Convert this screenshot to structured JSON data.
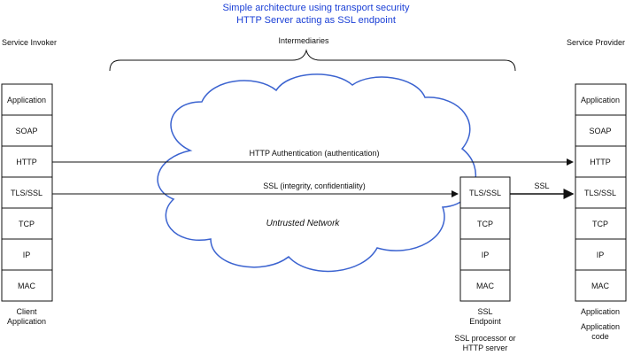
{
  "title": {
    "line1": "Simple architecture using transport security",
    "line2": "HTTP Server acting as SSL endpoint"
  },
  "invoker": {
    "heading": "Service Invoker",
    "layers": [
      "Application",
      "SOAP",
      "HTTP",
      "TLS/SSL",
      "TCP",
      "IP",
      "MAC"
    ],
    "caption": [
      "Client",
      "Application"
    ]
  },
  "provider": {
    "heading": "Service Provider",
    "layers": [
      "Application",
      "SOAP",
      "HTTP",
      "TLS/SSL",
      "TCP",
      "IP",
      "MAC"
    ],
    "caption": [
      "Application",
      "Application",
      "code"
    ]
  },
  "endpoint": {
    "layers": [
      "TLS/SSL",
      "TCP",
      "IP",
      "MAC"
    ],
    "caption": [
      "SSL",
      "Endpoint"
    ],
    "subcaption": [
      "SSL processor or",
      "HTTP server"
    ]
  },
  "intermediaries": "Intermediaries",
  "network": "Untrusted Network",
  "arrows": {
    "http_auth": "HTTP Authentication (authentication)",
    "ssl": "SSL (integrity, confidentiality)",
    "ssl_short": "SSL"
  },
  "colors": {
    "title": "#1a3fd6",
    "cloud": "#3b63d0",
    "lines": "#111111"
  }
}
